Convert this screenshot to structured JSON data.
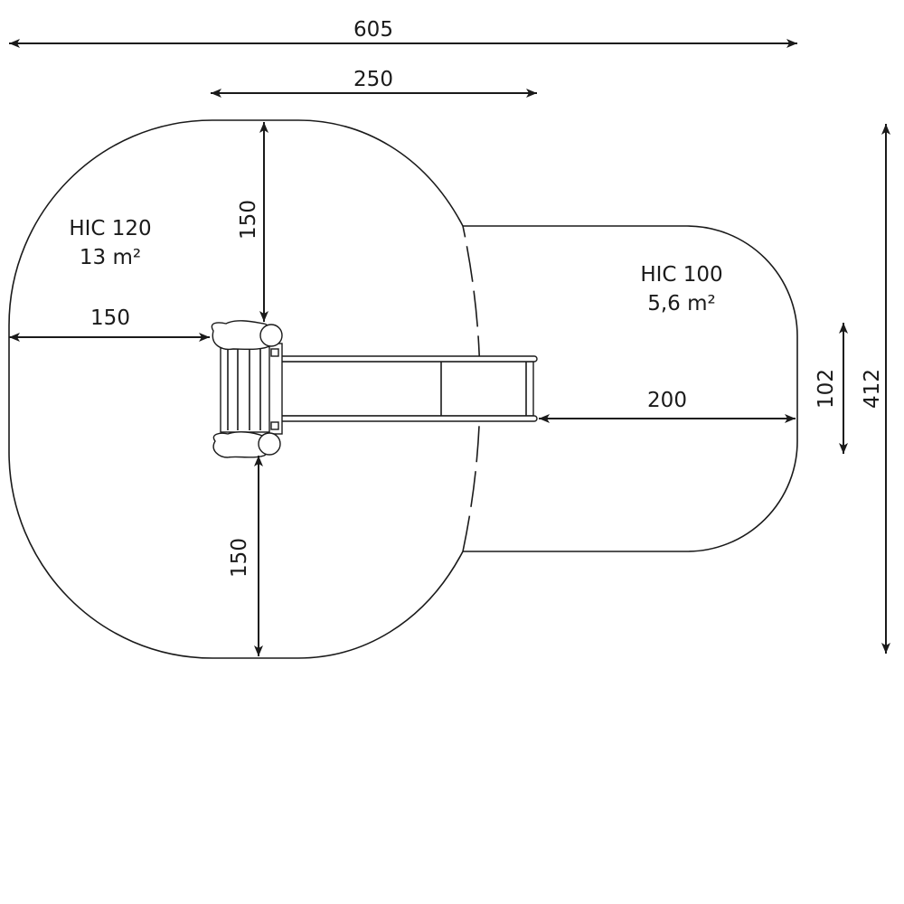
{
  "dimensions": {
    "total_width": "605",
    "top_width": "250",
    "top_depth": "150",
    "left_depth": "150",
    "bottom_depth": "150",
    "slide_runout": "200",
    "slide_zone_width": "102",
    "total_depth": "412"
  },
  "zones": [
    {
      "hic": "HIC 120",
      "area": "13 m²"
    },
    {
      "hic": "HIC 100",
      "area": "5,6 m²"
    }
  ]
}
